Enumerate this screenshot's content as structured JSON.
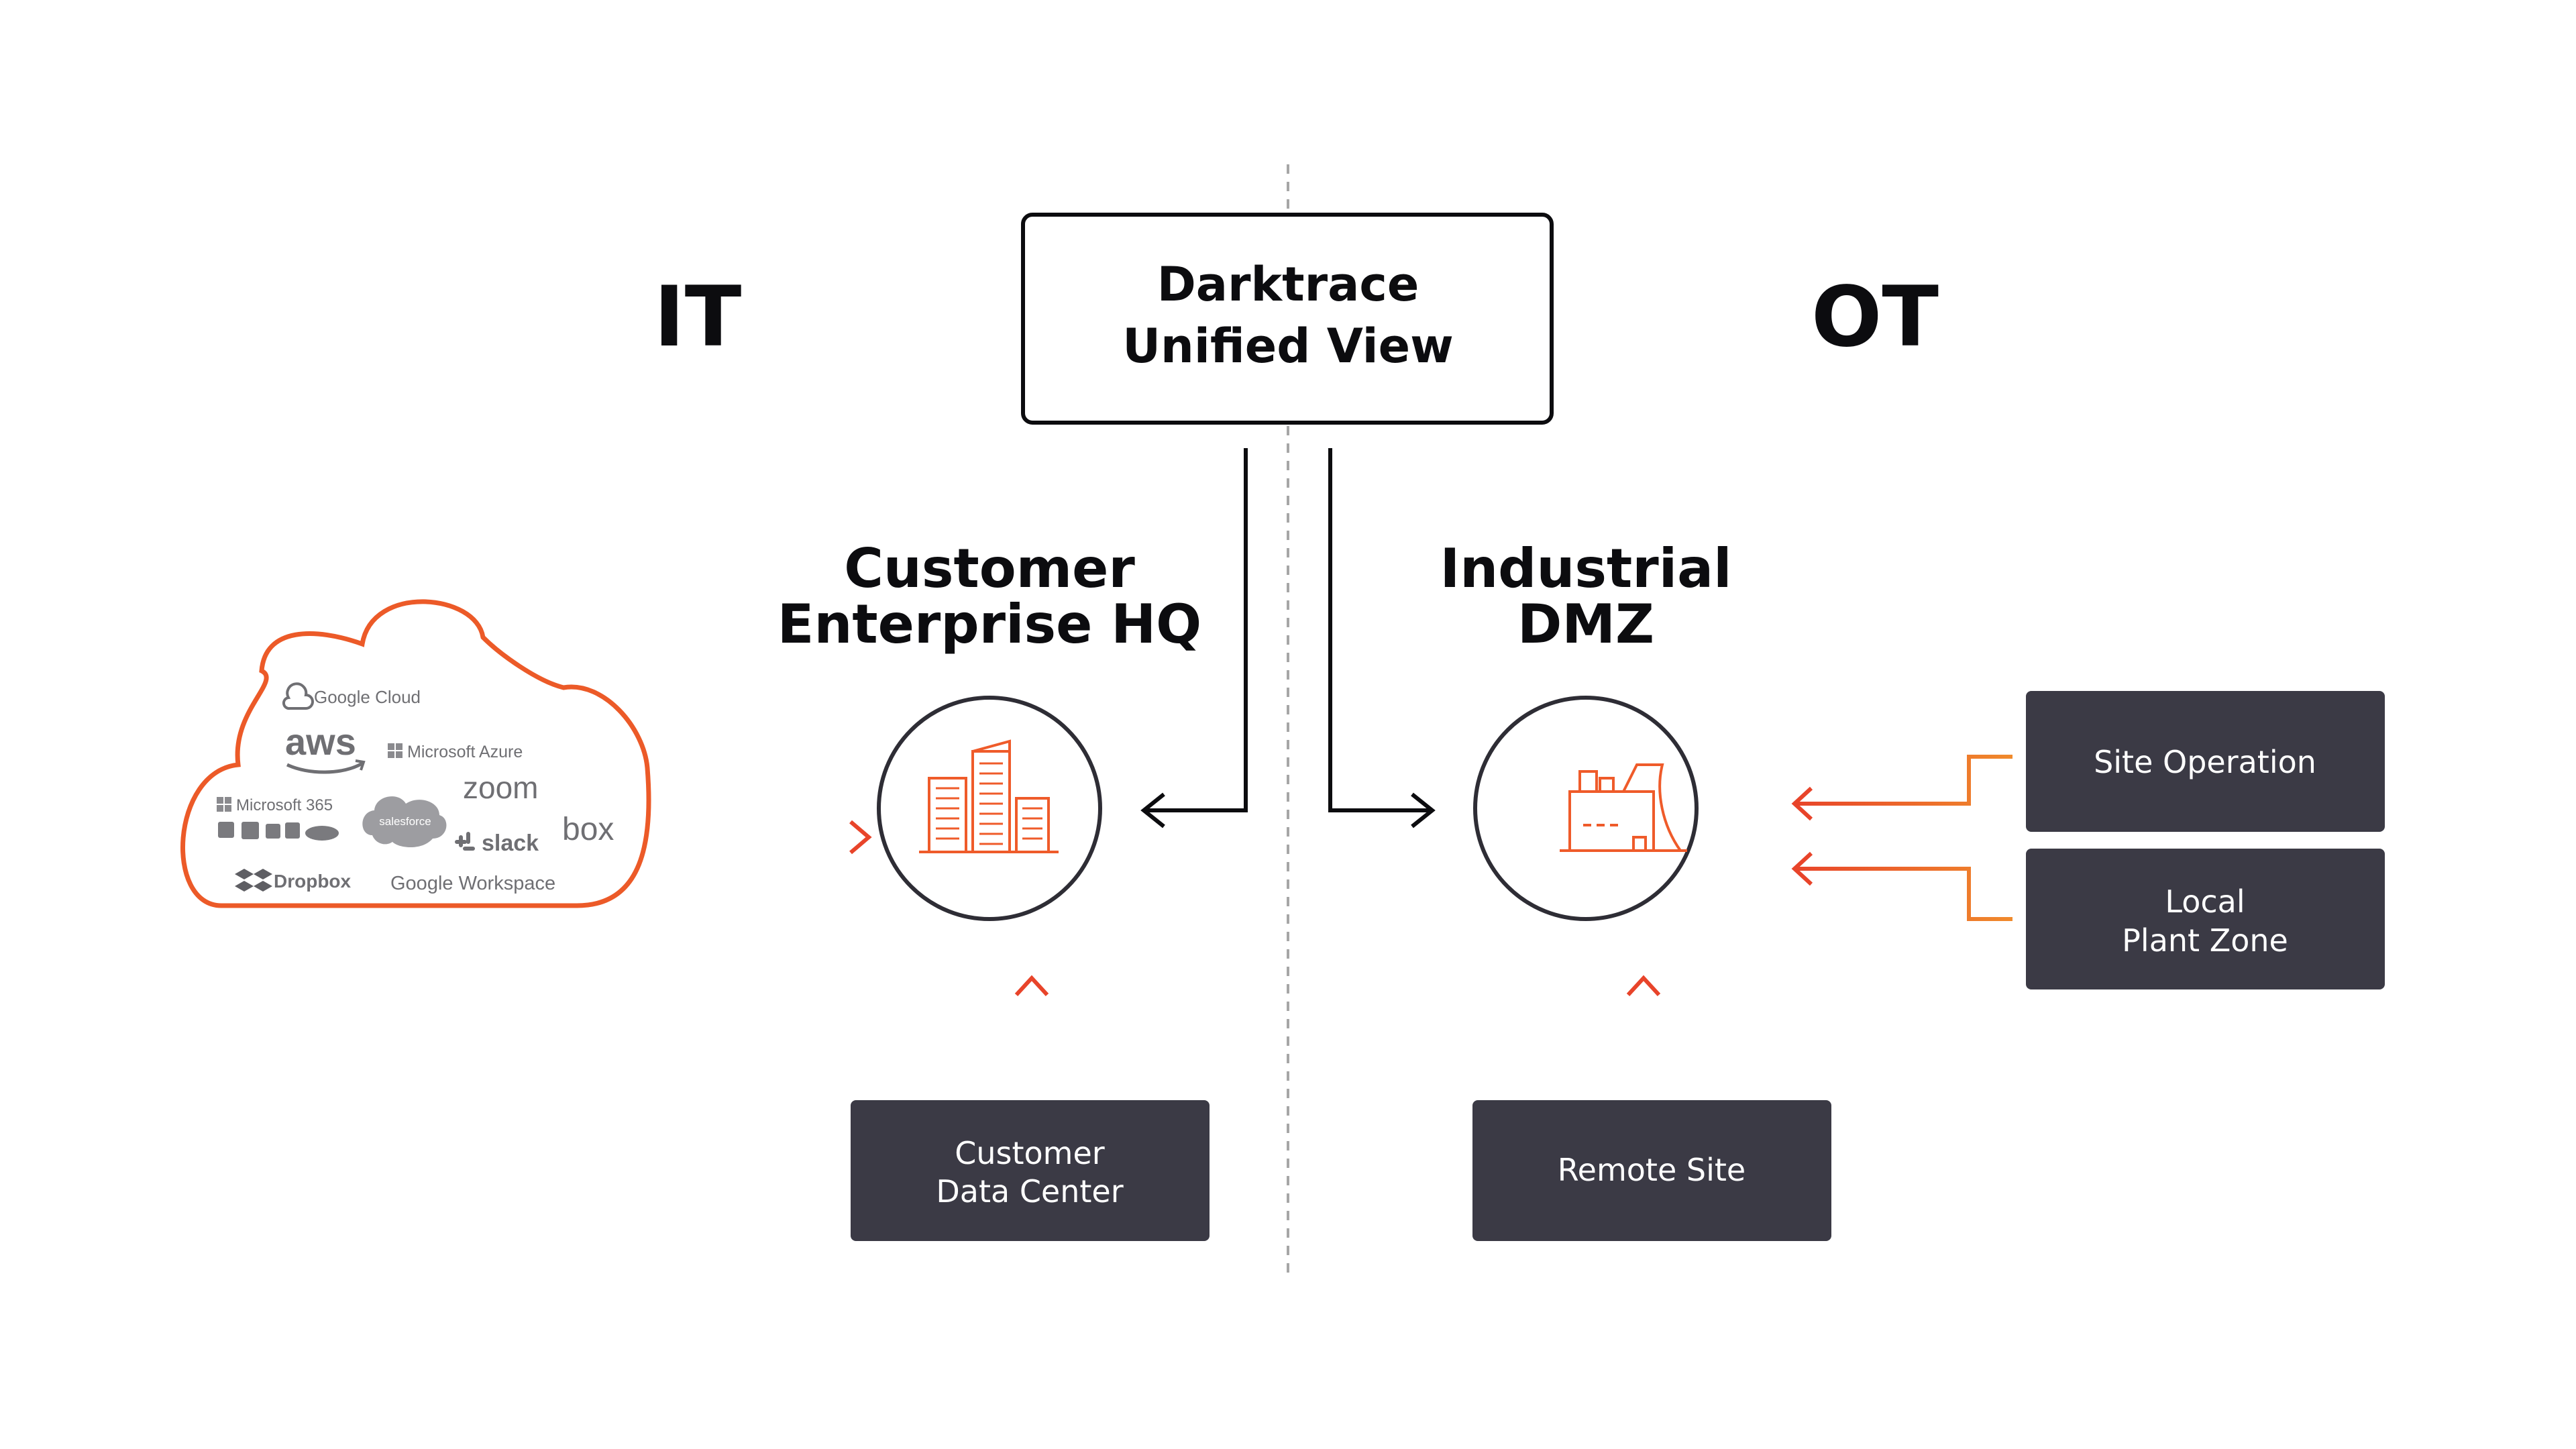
{
  "labels": {
    "it": "IT",
    "ot": "OT",
    "unified_view_line1": "Darktrace",
    "unified_view_line2": "Unified View",
    "hq_line1": "Customer",
    "hq_line2": "Enterprise HQ",
    "dmz_line1": "Industrial",
    "dmz_line2": "DMZ"
  },
  "boxes": {
    "data_center_line1": "Customer",
    "data_center_line2": "Data Center",
    "remote_site": "Remote Site",
    "site_operation": "Site Operation",
    "plant_zone_line1": "Local",
    "plant_zone_line2": "Plant Zone"
  },
  "cloud_services": {
    "google_cloud": "Google Cloud",
    "aws": "aws",
    "microsoft_azure": "Microsoft Azure",
    "microsoft_365": "Microsoft 365",
    "zoom": "zoom",
    "salesforce": "salesforce",
    "slack": "slack",
    "box": "box",
    "dropbox": "Dropbox",
    "google_workspace": "Google Workspace"
  },
  "colors": {
    "accent_orange": "#ef5b2a",
    "accent_orange_light": "#f08a2c",
    "dark_box": "#3b3a45",
    "text_dark": "#0c0c0f",
    "divider_gray": "#a6a6a6"
  },
  "icons": {
    "hq": "office-buildings-icon",
    "dmz": "factory-icon"
  }
}
